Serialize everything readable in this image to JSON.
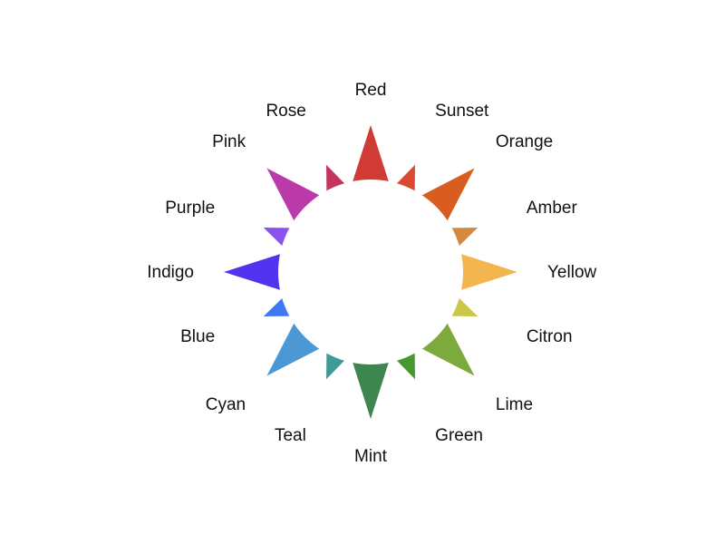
{
  "wheel": {
    "segments": [
      {
        "name": "Red",
        "color": "#D23B35"
      },
      {
        "name": "Sunset",
        "color": "#DA4A30"
      },
      {
        "name": "Orange",
        "color": "#D95D21"
      },
      {
        "name": "Amber",
        "color": "#D48A3E"
      },
      {
        "name": "Yellow",
        "color": "#F3B54D"
      },
      {
        "name": "Citron",
        "color": "#C9C744"
      },
      {
        "name": "Lime",
        "color": "#7DAA3C"
      },
      {
        "name": "Green",
        "color": "#45992F"
      },
      {
        "name": "Mint",
        "color": "#3E8550"
      },
      {
        "name": "Teal",
        "color": "#409A98"
      },
      {
        "name": "Cyan",
        "color": "#4B98D5"
      },
      {
        "name": "Blue",
        "color": "#3F77F1"
      },
      {
        "name": "Indigo",
        "color": "#5234F0"
      },
      {
        "name": "Purple",
        "color": "#8752EE"
      },
      {
        "name": "Pink",
        "color": "#BB3AA9"
      },
      {
        "name": "Rose",
        "color": "#C43560"
      }
    ]
  }
}
